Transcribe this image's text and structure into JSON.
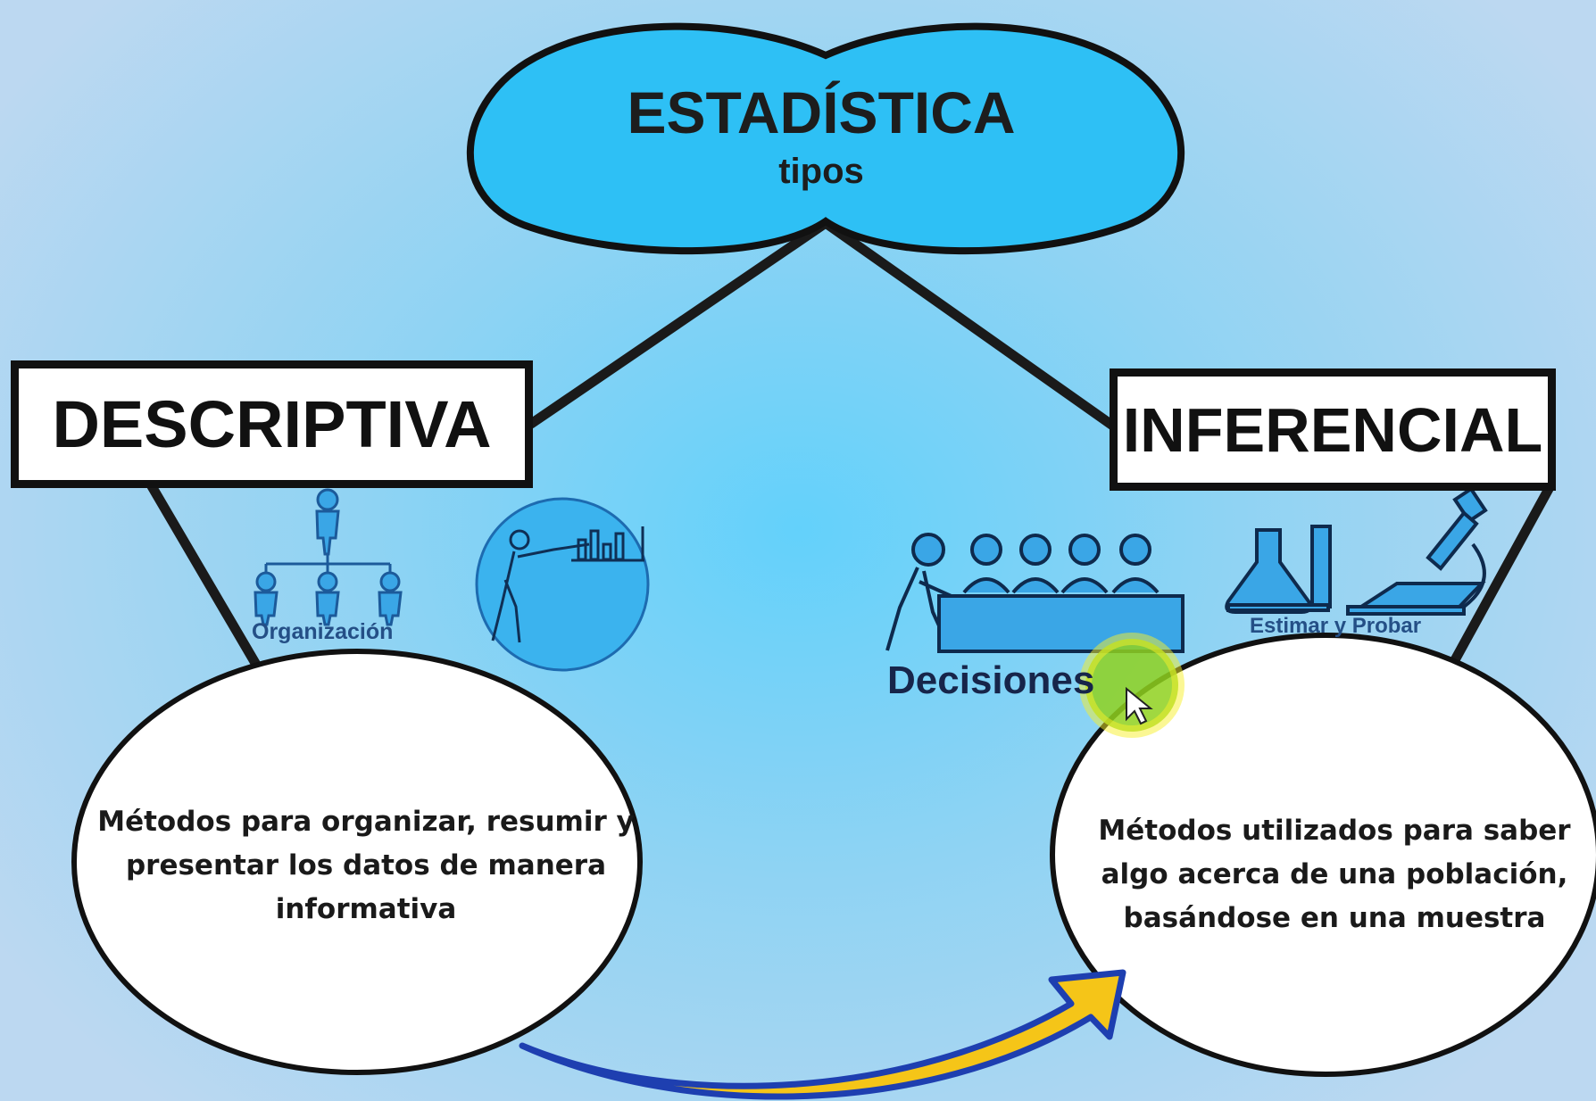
{
  "cloud": {
    "title": "ESTADÍSTICA",
    "subtitle": "tipos"
  },
  "descriptiva": {
    "title": "DESCRIPTIVA",
    "icon_label": "Organización",
    "definition": "Métodos para organizar, resumir y presentar los datos de manera informativa"
  },
  "inferencial": {
    "title": "INFERENCIAL",
    "icon_label_decisions": "Decisiones",
    "icon_label_estimate": "Estimar y Probar",
    "definition": "Métodos utilizados para saber algo acerca de una población, basándose en una muestra"
  },
  "colors": {
    "background": "#8fd3f3",
    "cloud_fill": "#2ec0f5",
    "icon_blue": "#3bb3ee",
    "arrow_fill": "#f5c518",
    "arrow_outline": "#1e3fb0",
    "highlight": "#8fd11e"
  },
  "icons": [
    "org-chart-icon",
    "presenter-chart-icon",
    "decision-meeting-icon",
    "lab-flask-icon",
    "microscope-icon",
    "cursor-icon"
  ]
}
